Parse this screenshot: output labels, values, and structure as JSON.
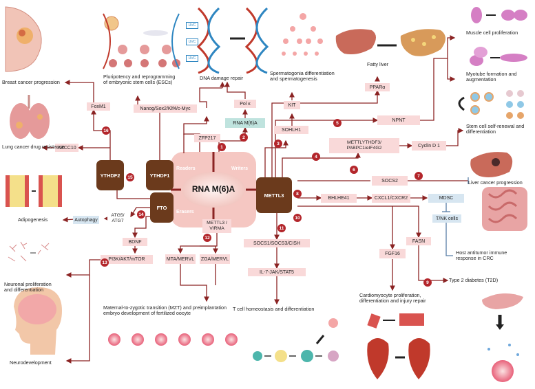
{
  "center": {
    "title": "RNA M(6)A",
    "readers": "Readers",
    "writers": "Writers",
    "erasers": "Erasers"
  },
  "nodes": {
    "ythdf2": "YTHDF2",
    "ythdf1": "YTHDF1",
    "fto": "FTO",
    "mettl3": "METTL3",
    "foxm1": "FoxM1",
    "abcc10": "ABCC10",
    "nanog": "Nanog/Sox2/Klf4/c-Myc",
    "zfp217": "ZFP217",
    "polk": "Pol κ",
    "rnam6a": "RNA M(6)A",
    "kit": "KIT",
    "sohlh1": "SOHLH1",
    "ppara": "PPARα",
    "npnt": "NPNT",
    "mettl_ythdf3": "METTLYTHDF3/\nPABPC1/eIF4G2",
    "cyclind1": "Cyclin D 1",
    "socs2": "SOCS2",
    "bhlhe41": "BHLHE41",
    "cxcl1": "CXCL1/CXCR2",
    "mdsc": "MDSC",
    "tnk": "T/NK cells",
    "fasn": "FASN",
    "fgf16": "FGF16",
    "socs1": "SOCS1/SOCS3/CISH",
    "il7": "IL-7-JAK/STAT5",
    "mettl3_virma": "METTL3 /\nVIRMA",
    "mta": "MTA/MERVL",
    "zga": "ZGA/MERVL",
    "atg": "ATG5/\nATG7",
    "autophagy": "Autophagy",
    "bdnf": "BDNF",
    "pi3k": "PI3K/AKT/mTOR"
  },
  "outcomes": {
    "breast": "Breast cancer progression",
    "lung": "Lung cancer drug resistance",
    "adipo": "Adipogenesis",
    "neuronal": "Neuronal proliferation\nand differentiation",
    "neurodev": "Neurodevelopment",
    "esc": "Pluripotency and reprogramming\nof embryonic stem cells (ESCs)",
    "dna": "DNA damage repair",
    "sperm": "Spermatogonia differentiation\nand spermatogenesis",
    "fatty": "Fatty liver",
    "muscle": "Muscle cell proliferation",
    "myotube": "Myotube formation and\naugmentation",
    "stem": "Stem cell self-renewal and\ndifferentiation",
    "liver": "Liver cancer progression",
    "host": "Host antitumor immune\nresponse in CRC",
    "t2d": "Type 2 diabetes (T2D)",
    "cardio": "Cardiomyocyte proliferation,\ndifferentiation and injury repair",
    "tcell": "T cell homeostasis and differentiation",
    "mzt": "Maternal-to-zygotic transition (MZT) and preimplantation\nembryo development of fertilized oocyte"
  },
  "uvc": [
    "UVC",
    "UVC",
    "UVC"
  ],
  "numbers": [
    "1",
    "2",
    "3",
    "4",
    "5",
    "6",
    "7",
    "8",
    "9",
    "10",
    "11",
    "12",
    "13",
    "14",
    "15",
    "16"
  ],
  "colors": {
    "arrow": "#8b2323",
    "dark": "#6b3a1c",
    "badge": "#b3262b",
    "pink": "#f9d9d9",
    "teal": "#bfe3de",
    "blue": "#d7e6f1"
  }
}
